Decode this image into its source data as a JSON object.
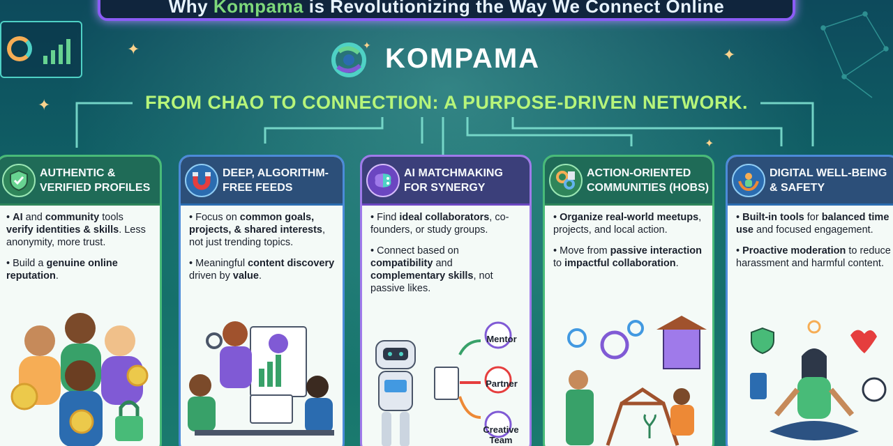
{
  "header": {
    "title_prefix": "Why ",
    "title_brand": "Kompama",
    "title_suffix": " is Revolutionizing the Way We Connect Online",
    "logo_text": "KOMPAMA",
    "tagline": "FROM CHAO TO CONNECTION: A PURPOSE-DRIVEN NETWORK."
  },
  "cards": [
    {
      "title": "AUTHENTIC & VERIFIED PROFILES",
      "icon": "shield-handshake-icon",
      "points": [
        {
          "lead": "AI",
          "mid": " and ",
          "bold2": "community",
          "rest": " tools ",
          "bold3": "verify identities & skills",
          "tail": ". Less anonymity, more trust."
        },
        {
          "lead": "",
          "mid": "Build a ",
          "bold2": "genuine online reputation",
          "rest": ".",
          "bold3": "",
          "tail": ""
        }
      ]
    },
    {
      "title": "DEEP, ALGORITHM-FREE FEEDS",
      "icon": "magnet-icon",
      "points": [
        {
          "lead": "",
          "mid": "Focus on ",
          "bold2": "common goals, projects, & shared interests",
          "rest": ",",
          "bold3": "",
          "tail": " not just trending topics."
        },
        {
          "lead": "",
          "mid": "Meaningful ",
          "bold2": "content discovery",
          "rest": " driven by ",
          "bold3": "value",
          "tail": "."
        }
      ]
    },
    {
      "title": "AI MATCHMAKING FOR SYNERGY",
      "icon": "brain-circuit-icon",
      "points": [
        {
          "lead": "",
          "mid": "Find ",
          "bold2": "ideal collaborators",
          "rest": ",",
          "bold3": "",
          "tail": " co-founders, or study groups."
        },
        {
          "lead": "",
          "mid": "Connect based on ",
          "bold2": "compatibility",
          "rest": " and ",
          "bold3": "complementary skills",
          "tail": ", not passive likes."
        }
      ],
      "matches": [
        "Mentor",
        "Partner",
        "Creative Team"
      ]
    },
    {
      "title": "ACTION-ORIENTED COMMUNITIES (HOBS)",
      "icon": "gears-building-icon",
      "points": [
        {
          "lead": "",
          "mid": "",
          "bold2": "Organize real-world meetups",
          "rest": ", projects, and local action.",
          "bold3": "",
          "tail": ""
        },
        {
          "lead": "",
          "mid": "Move from ",
          "bold2": "passive interaction",
          "rest": " to ",
          "bold3": "impactful collaboration",
          "tail": "."
        }
      ]
    },
    {
      "title": "DIGITAL WELL-BEING & SAFETY",
      "icon": "hands-person-icon",
      "points": [
        {
          "lead": "",
          "mid": "",
          "bold2": "Built-in tools",
          "rest": " for ",
          "bold3": "balanced time use",
          "tail": " and focused engagement."
        },
        {
          "lead": "",
          "mid": "",
          "bold2": "Proactive moderation",
          "rest": " to reduce harassment and harmful content.",
          "bold3": "",
          "tail": ""
        }
      ]
    }
  ],
  "colors": {
    "tagline": "#b7f57a",
    "brand_highlight": "#7dd87a",
    "frame": "#8b5cf6"
  }
}
